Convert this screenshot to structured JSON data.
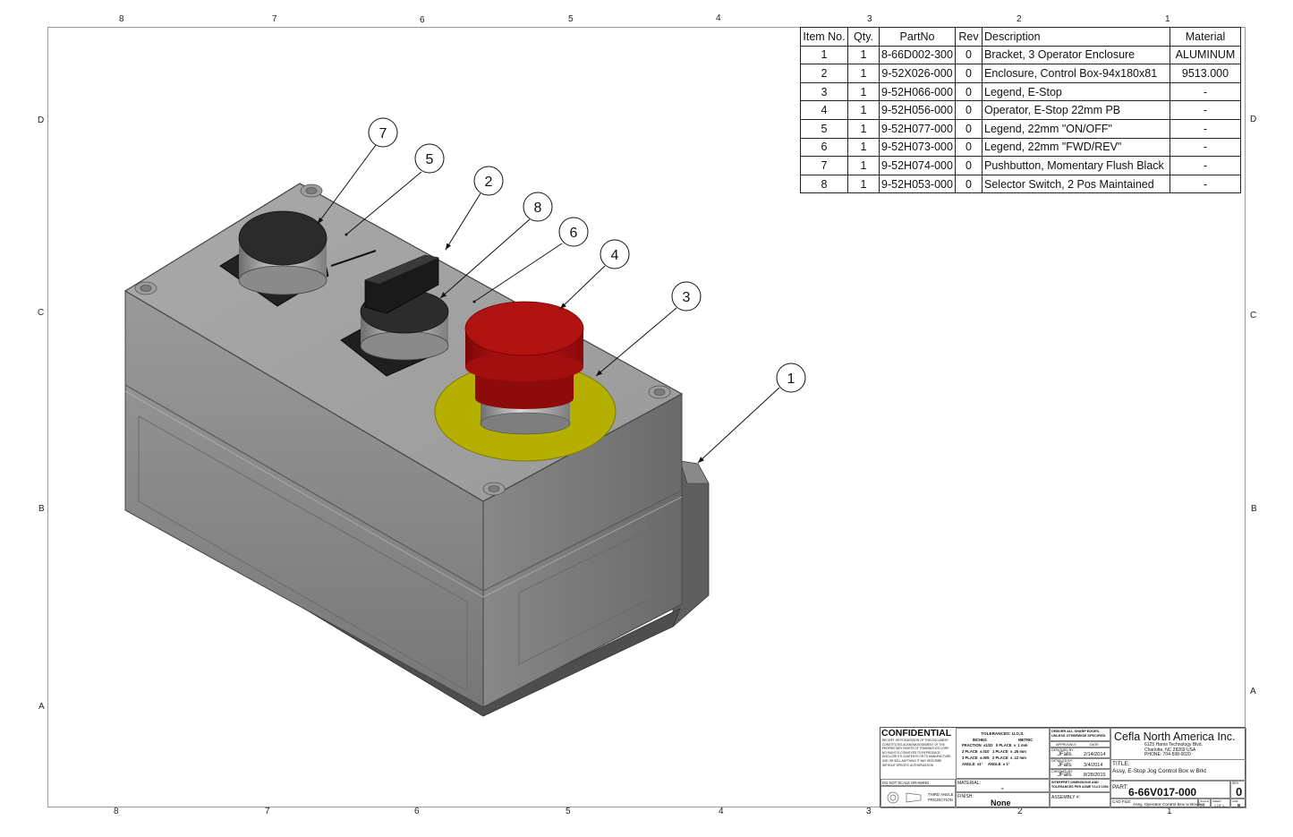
{
  "zones": {
    "top": [
      "8",
      "7",
      "6",
      "5",
      "4",
      "3",
      "2",
      "1"
    ],
    "bottom": [
      "8",
      "7",
      "6",
      "5",
      "4",
      "3",
      "2",
      "1"
    ],
    "left": [
      "D",
      "C",
      "B",
      "A"
    ],
    "right": [
      "D",
      "C",
      "B",
      "A"
    ]
  },
  "bom": {
    "headers": [
      "Item No.",
      "Qty.",
      "PartNo",
      "Rev",
      "Description",
      "Material"
    ],
    "rows": [
      [
        "1",
        "1",
        "8-66D002-300",
        "0",
        "Bracket, 3 Operator Enclosure",
        "ALUMINUM"
      ],
      [
        "2",
        "1",
        "9-52X026-000",
        "0",
        "Enclosure, Control Box-94x180x81",
        "9513.000"
      ],
      [
        "3",
        "1",
        "9-52H066-000",
        "0",
        "Legend, E-Stop",
        "-"
      ],
      [
        "4",
        "1",
        "9-52H056-000",
        "0",
        "Operator, E-Stop 22mm PB",
        "-"
      ],
      [
        "5",
        "1",
        "9-52H077-000",
        "0",
        "Legend, 22mm \"ON/OFF\"",
        "-"
      ],
      [
        "6",
        "1",
        "9-52H073-000",
        "0",
        "Legend, 22mm \"FWD/REV\"",
        "-"
      ],
      [
        "7",
        "1",
        "9-52H074-000",
        "0",
        "Pushbutton, Momentary Flush Black",
        "-"
      ],
      [
        "8",
        "1",
        "9-52H053-000",
        "0",
        "Selector Switch, 2 Pos Maintained",
        "-"
      ]
    ]
  },
  "balloons": [
    "7",
    "5",
    "2",
    "8",
    "6",
    "4",
    "3",
    "1"
  ],
  "colors": {
    "enclosure": "#8f8f8f",
    "estop": "#b01010",
    "legend": "#b5b000",
    "ink": "#111111"
  },
  "titleblock": {
    "confidential": "CONFIDENTIAL",
    "confidential_text": "RECEIPT OR POSSESSION OF THIS DOCUMENT CONSTITUTES ACKNOWLEDGEMENT OF THE PROPRIETARY RIGHTS OF TRANSBOTICS CORP. NO RIGHT IS CONVEYED TO REPRODUCE, DISCLOSE ITS CONTENTS OR TO MANUFACTURE USE OR SELL ANYTHING IT MAY DESCRIBE WITHOUT SPECIFIC AUTHORIZATION",
    "do_not_scale": "DO NOT SCALE DRAWING",
    "projection": "THIRD ANGLE PROJECTION",
    "tolerances_title": "TOLERANCES: U.O.S.",
    "inches": "INCHES",
    "metric": "METRIC",
    "tol_rows": [
      "FRACTION  ±1/32   0 PLACE  ±  1 mm",
      "2 PLACE  ±.010   1 PLACE  ± .25 mm",
      "3 PLACE  ±.005   2 PLACE  ± .12 mm",
      "ANGLE  ±1°     ANGLE  ± 1°"
    ],
    "material_label": "MATERIAL:",
    "material_value": "-",
    "finish_label": "FINISH:",
    "finish_value": "None",
    "deburr": "DEBURR ALL SHARP EDGES UNLESS OTHERWISE SPECIFIED",
    "approvals": "APPROVALS",
    "date_label": "DATE",
    "designed_by": "DESIGNED BY:",
    "designer": "JFalls",
    "designed_date": "2/14/2014",
    "detailed_by": "DETAILED BY:",
    "detailer": "JFalls",
    "detailed_date": "3/4/2014",
    "checked_by": "CHECKED BY:",
    "checker": "JFalls",
    "checked_date": "8/28/2015",
    "interpret": "INTERPRET DIMENSIONS AND TOLERANCES PER ASME Y14.5 1994",
    "assembly_label": "ASSEMBLY #:",
    "company": "Cefla North America Inc.",
    "address1": "6125 Harris Technology Blvd.",
    "address2": "Charlotte, NC 28269 USA",
    "phone": "PHONE: 704-598-0020",
    "title_label": "TITLE:",
    "title": "Assy, E-Stop Jog Control Box w Brkt",
    "part_label": "PART:",
    "part": "6-66V017-000",
    "rev_label": "REV",
    "rev": "0",
    "cad_label": "CAD FILE:",
    "cad_file": "Assy, Operator Control Box w Bracket",
    "scale_label": "SCALE",
    "scale": "1:1",
    "sheet_label": "SHEET",
    "sheet": "1 OF 1",
    "size_label": "SIZE",
    "size": "B"
  }
}
